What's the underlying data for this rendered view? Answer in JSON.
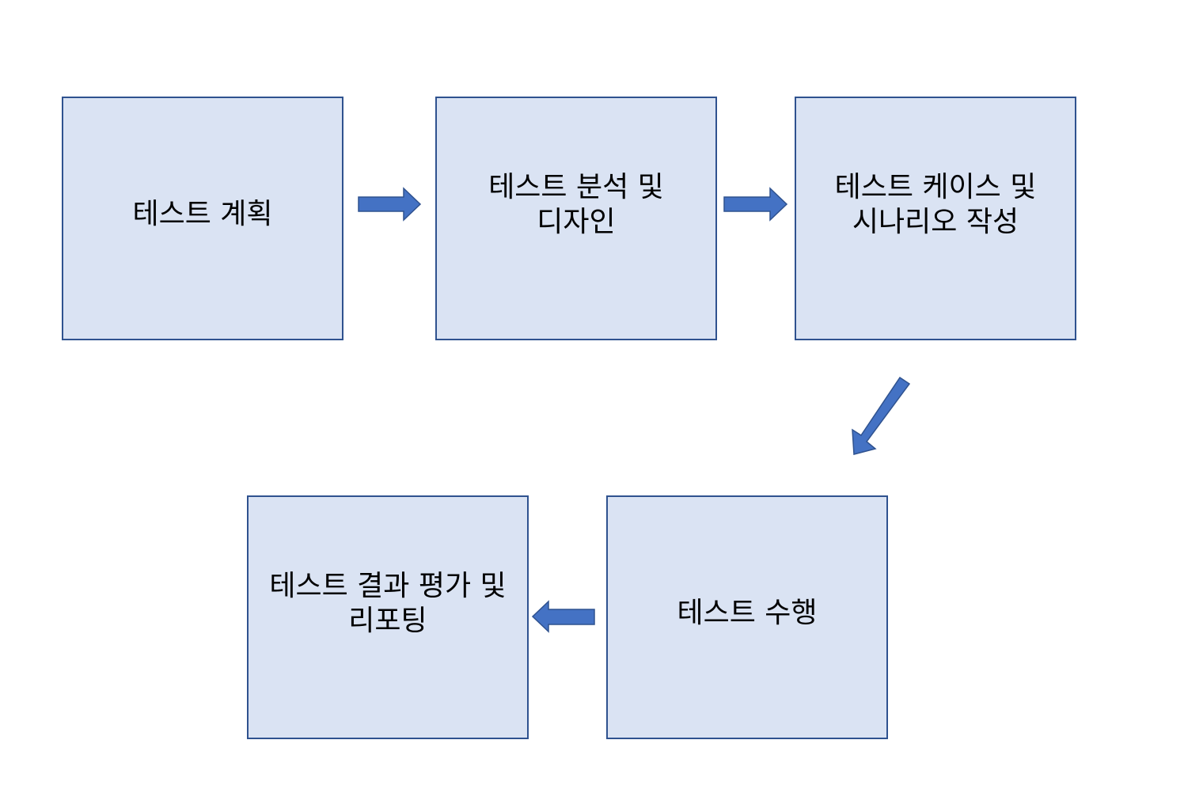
{
  "diagram": {
    "steps": [
      {
        "id": "plan",
        "label": "테스트 계획"
      },
      {
        "id": "analyze",
        "label": "테스트 분석 및\n디자인"
      },
      {
        "id": "cases",
        "label": "테스트 케이스 및\n시나리오 작성"
      },
      {
        "id": "execute",
        "label": "테스트 수행"
      },
      {
        "id": "report",
        "label": "테스트 결과 평가 및\n리포팅"
      }
    ],
    "flow": [
      {
        "from": "plan",
        "to": "analyze",
        "direction": "right"
      },
      {
        "from": "analyze",
        "to": "cases",
        "direction": "right"
      },
      {
        "from": "cases",
        "to": "execute",
        "direction": "down-left"
      },
      {
        "from": "execute",
        "to": "report",
        "direction": "left"
      }
    ],
    "colors": {
      "box_fill": "#dae3f3",
      "box_border": "#2f528f",
      "arrow_fill": "#4472c4",
      "arrow_stroke": "#2f528f",
      "text": "#000000"
    }
  }
}
